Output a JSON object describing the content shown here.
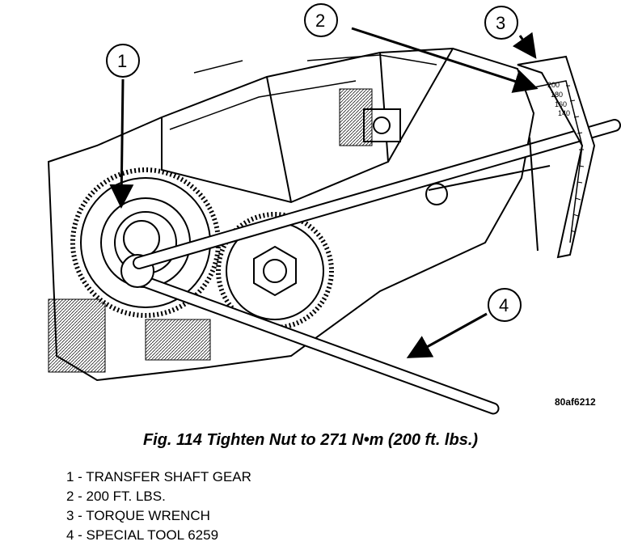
{
  "figure": {
    "reference_code": "80af6212",
    "caption": "Fig. 114 Tighten Nut to 271 N•m (200 ft. lbs.)",
    "callouts": [
      "1",
      "2",
      "3",
      "4"
    ],
    "scale_labels": [
      "200",
      "180",
      "160",
      "140"
    ]
  },
  "legend": [
    "1 - TRANSFER SHAFT GEAR",
    "2 - 200 FT. LBS.",
    "3 - TORQUE WRENCH",
    "4 - SPECIAL TOOL 6259"
  ]
}
